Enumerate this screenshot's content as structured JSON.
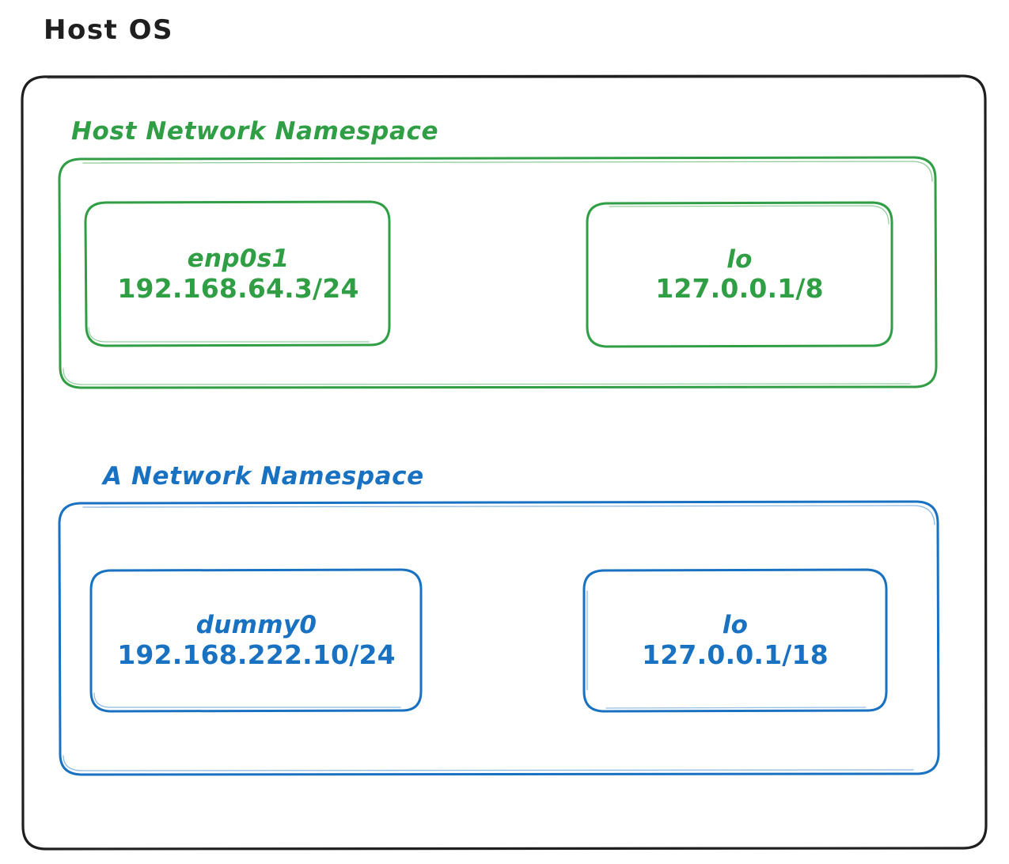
{
  "diagram": {
    "title": "Host OS",
    "colors": {
      "host_border": "#1f1f1f",
      "host_namespace": "#2F9E44",
      "other_namespace": "#1971C2",
      "background": "#ffffff"
    },
    "namespaces": [
      {
        "id": "host-network-namespace",
        "label": "Host Network Namespace",
        "color": "#2F9E44",
        "interfaces": [
          {
            "id": "enp0s1",
            "name": "enp0s1",
            "address": "192.168.64.3/24"
          },
          {
            "id": "lo-host",
            "name": "lo",
            "address": "127.0.0.1/8"
          }
        ]
      },
      {
        "id": "a-network-namespace",
        "label": "A Network Namespace",
        "color": "#1971C2",
        "interfaces": [
          {
            "id": "dummy0",
            "name": "dummy0",
            "address": "192.168.222.10/24"
          },
          {
            "id": "lo-ns",
            "name": "lo",
            "address": "127.0.0.1/18"
          }
        ]
      }
    ]
  }
}
